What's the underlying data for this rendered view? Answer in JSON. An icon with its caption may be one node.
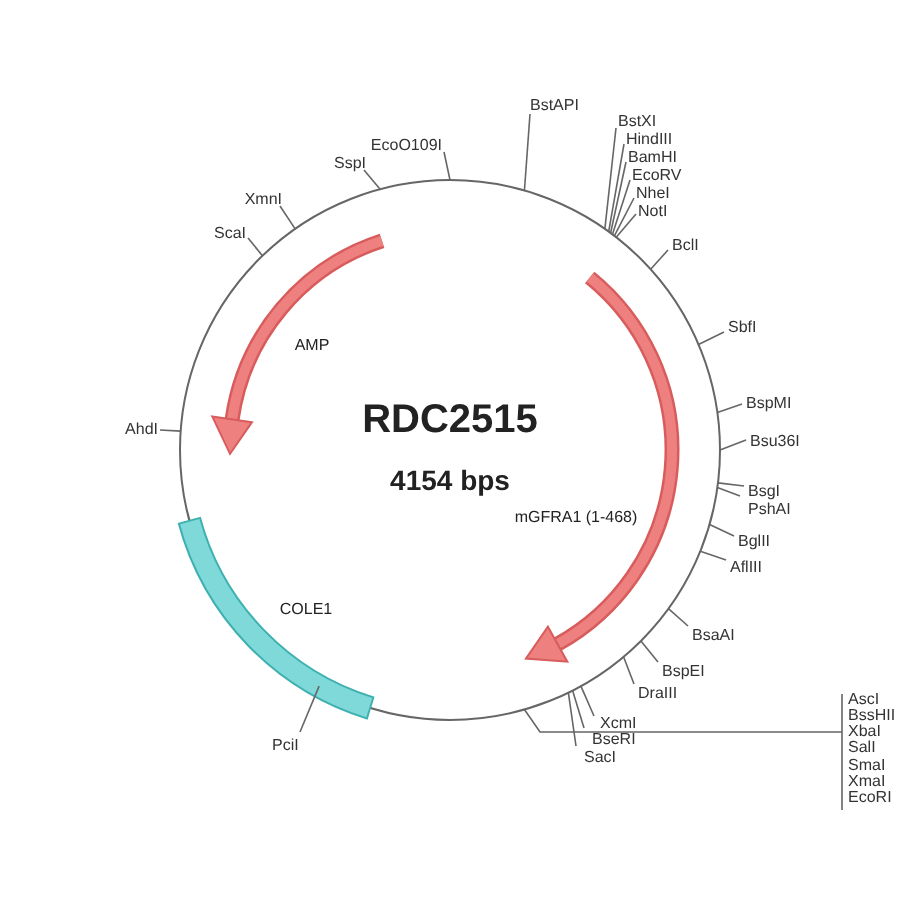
{
  "diagram": {
    "nodes": [
      {
        "text": [
          "EcoO109I"
        ]
      },
      {
        "text": [
          "BstAPI"
        ]
      },
      {
        "text": [
          "BstXI"
        ]
      },
      {
        "text": [
          "HindIII"
        ]
      },
      {
        "text": [
          "BamHI"
        ]
      },
      {
        "text": [
          "EcoRV"
        ]
      },
      {
        "text": [
          "NheI"
        ]
      },
      {
        "text": [
          "NotI"
        ]
      },
      {
        "text": [
          "BclI"
        ]
      },
      {
        "text": [
          "SbfI"
        ]
      },
      {
        "text": [
          "BspMI"
        ]
      },
      {
        "text": [
          "Bsu36I"
        ]
      },
      {
        "text": [
          "BsgI"
        ]
      },
      {
        "text": [
          "PshAI"
        ]
      },
      {
        "text": [
          "BglII"
        ]
      },
      {
        "text": [
          "AflIII"
        ]
      },
      {
        "text": [
          "BsaAI"
        ]
      },
      {
        "text": [
          "BspEI"
        ]
      },
      {
        "text": [
          "DraIII"
        ]
      },
      {
        "text": [
          "XcmI"
        ]
      },
      {
        "text": [
          "BseRI"
        ]
      },
      {
        "text": [
          "SacI"
        ]
      },
      {
        "text": [
          "AscI"
        ]
      },
      {
        "text": [
          "BssHII"
        ]
      },
      {
        "text": [
          "XbaI"
        ]
      },
      {
        "text": [
          "SalI"
        ]
      },
      {
        "text": [
          "SmaI"
        ]
      },
      {
        "text": [
          "XmaI"
        ]
      },
      {
        "text": [
          "EcoRI"
        ]
      },
      {
        "text": [
          "PciI"
        ]
      },
      {
        "text": [
          "AhdI"
        ]
      },
      {
        "text": [
          "ScaI"
        ]
      },
      {
        "text": [
          "XmnI"
        ]
      },
      {
        "text": [
          "SspI"
        ]
      },
      {
        "text": [],
        "shape": "circle"
      }
    ],
    "edges": [
      {
        "from": 0,
        "to": 34,
        "arrow": "none"
      },
      {
        "from": 1,
        "to": 34,
        "arrow": "none"
      },
      {
        "from": 2,
        "to": 34,
        "arrow": "none"
      },
      {
        "from": 3,
        "to": 34,
        "arrow": "none"
      },
      {
        "from": 4,
        "to": 34,
        "arrow": "none"
      },
      {
        "from": 5,
        "to": 34,
        "arrow": "none"
      },
      {
        "from": 6,
        "to": 34,
        "arrow": "none"
      },
      {
        "from": 7,
        "to": 34,
        "arrow": "none"
      },
      {
        "from": 8,
        "to": 34,
        "arrow": "none"
      },
      {
        "from": 9,
        "to": 34,
        "arrow": "none"
      },
      {
        "from": 10,
        "to": 34,
        "arrow": "none"
      },
      {
        "from": 11,
        "to": 34,
        "arrow": "none"
      },
      {
        "from": 12,
        "to": 34,
        "arrow": "none"
      },
      {
        "from": 13,
        "to": 34,
        "arrow": "none"
      },
      {
        "from": 14,
        "to": 34,
        "arrow": "none"
      },
      {
        "from": 15,
        "to": 34,
        "arrow": "none"
      },
      {
        "from": 16,
        "to": 34,
        "arrow": "none"
      },
      {
        "from": 17,
        "to": 34,
        "arrow": "none"
      },
      {
        "from": 18,
        "to": 34,
        "arrow": "none"
      },
      {
        "from": 19,
        "to": 34,
        "arrow": "none"
      },
      {
        "from": 20,
        "to": 34,
        "arrow": "none"
      },
      {
        "from": 21,
        "to": 34,
        "arrow": "none"
      },
      {
        "from": 22,
        "to": 34,
        "arrow": "none"
      },
      {
        "from": 23,
        "to": 34,
        "arrow": "none"
      },
      {
        "from": 24,
        "to": 34,
        "arrow": "none"
      },
      {
        "from": 25,
        "to": 34,
        "arrow": "none"
      },
      {
        "from": 26,
        "to": 34,
        "arrow": "none"
      },
      {
        "from": 27,
        "to": 34,
        "arrow": "none"
      },
      {
        "from": 28,
        "to": 34,
        "arrow": "none"
      },
      {
        "from": 29,
        "to": 34,
        "arrow": "none"
      },
      {
        "from": 30,
        "to": 34,
        "arrow": "none"
      },
      {
        "from": 31,
        "to": 34,
        "arrow": "none"
      },
      {
        "from": 32,
        "to": 34,
        "arrow": "none"
      },
      {
        "from": 33,
        "to": 34,
        "arrow": "none"
      }
    ],
    "labels": [
      "RDC2515",
      "4154 bps",
      "AMP",
      "mGFRA1 (1-468)",
      "COLE1"
    ]
  }
}
